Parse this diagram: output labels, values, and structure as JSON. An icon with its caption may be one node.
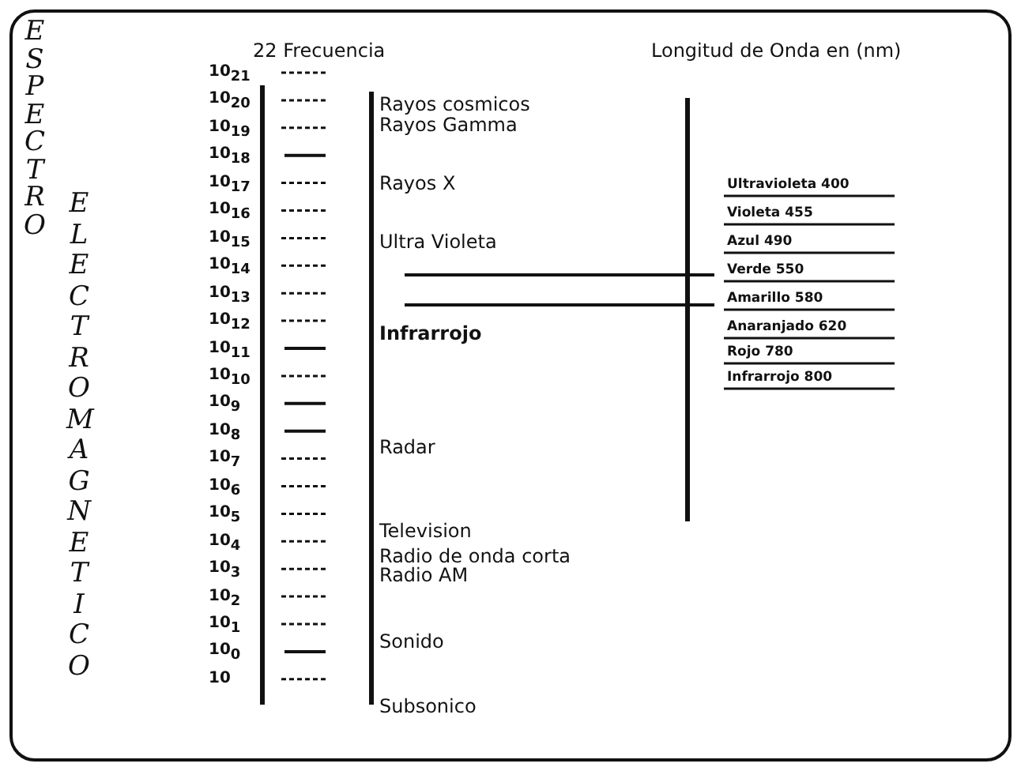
{
  "diagram": {
    "labels": [
      "ESPECTRO",
      "ELECTROMAGNETICO",
      "22 Frecuencia",
      "Longitud de Onda en (nm)",
      "10$_{21}$",
      "10$_{20}$",
      "10$_{19}$",
      "10$_{18}$",
      "10$_{17}$",
      "10$_{16}$",
      "10$_{15}$",
      "10$_{14}$",
      "10$_{13}$",
      "10$_{12}$",
      "10$_{11}$",
      "10$_{10}$",
      "10$_{9}$",
      "10$_{8}$",
      "10$_{7}$",
      "10$_{6}$",
      "10$_{5}$",
      "10$_{4}$",
      "10$_{3}$",
      "10$_{2}$",
      "10$_{1}$",
      "10$_{0}$",
      "10",
      "Rayos cosmicos",
      "Rayos Gamma",
      "Rayos X",
      "Ultra Violeta",
      "Infrarrojo",
      "Radar",
      "Television",
      "Radio de onda corta",
      "Radio AM",
      "Sonido",
      "Subsonico",
      "Ultravioleta 400",
      "Violeta 455",
      "Azul 490",
      "Verde 550",
      "Amarillo 580",
      "Anaranjado 620",
      "Rojo 780",
      "Infrarrojo 800"
    ]
  }
}
